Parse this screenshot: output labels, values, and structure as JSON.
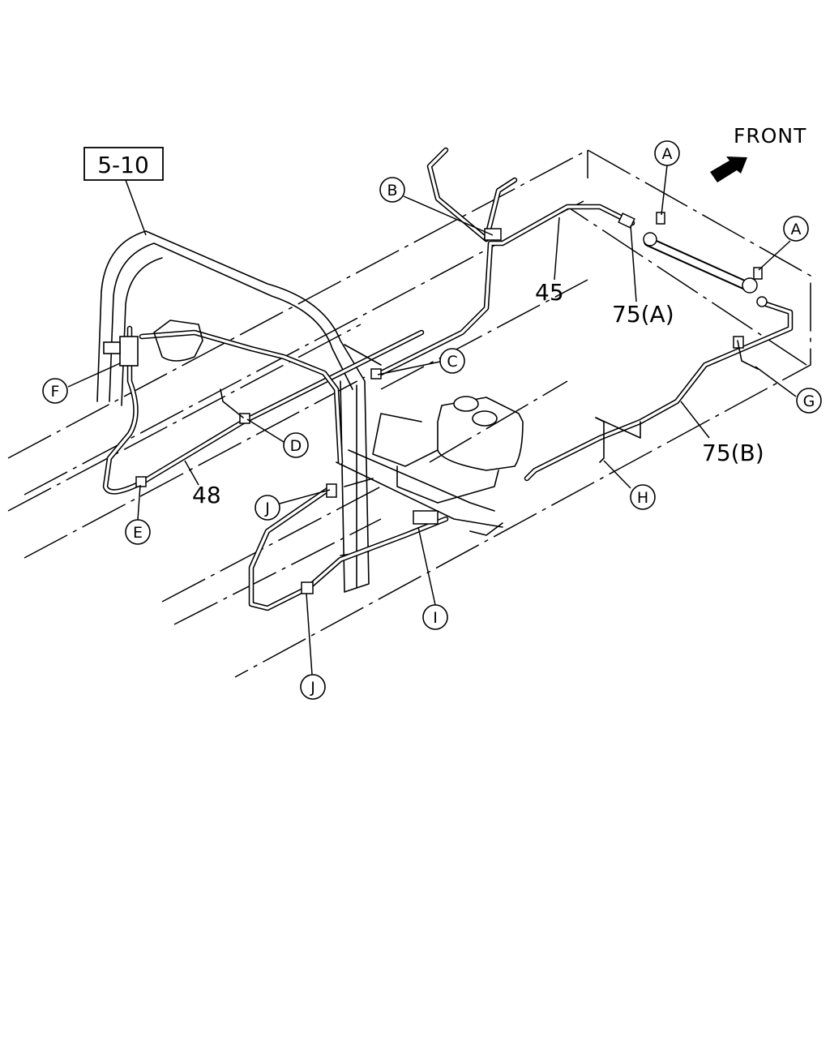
{
  "direction_label": "FRONT",
  "ref_box_label": "5-10",
  "part_labels": {
    "p45": "45",
    "p48": "48",
    "p75a": "75(A)",
    "p75b": "75(B)"
  },
  "callouts": {
    "a_top": "A",
    "a_right": "A",
    "b": "B",
    "c": "C",
    "d": "D",
    "e": "E",
    "f": "F",
    "g": "G",
    "h": "H",
    "i": "I",
    "j_upper": "J",
    "j_lower": "J"
  },
  "icons": {
    "front_arrow": "arrow-up-right-icon"
  }
}
